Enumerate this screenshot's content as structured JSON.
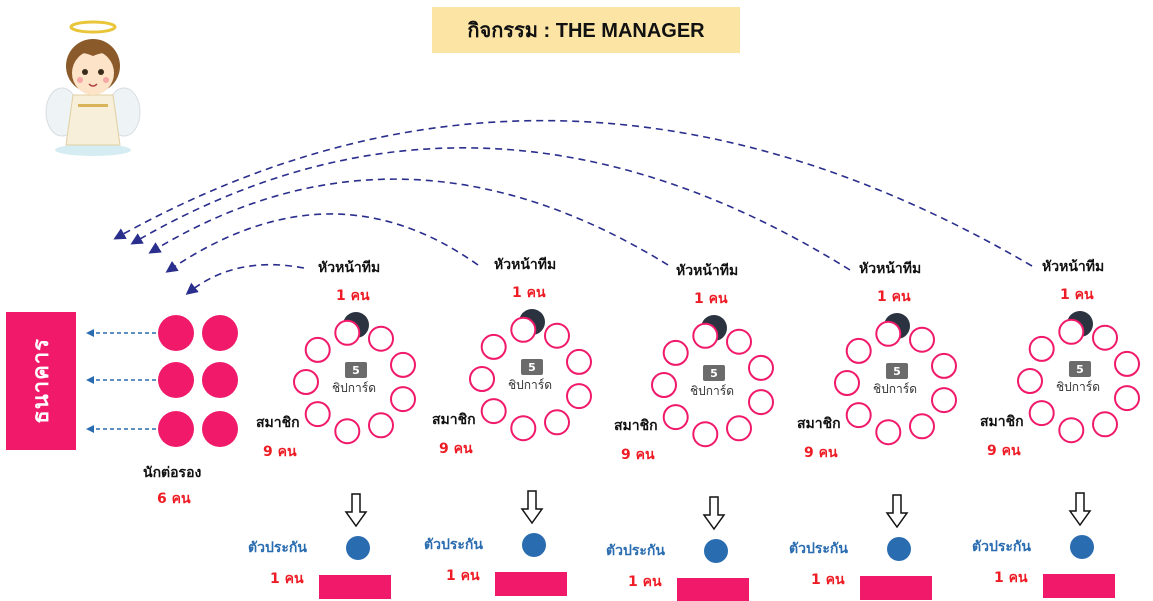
{
  "title": "กิจกรรม : THE MANAGER",
  "bank_label": "ธนาคาร",
  "negotiator": {
    "label": "นักต่อรอง",
    "count": "6 คน"
  },
  "teams": [
    {
      "head_label": "หัวหน้าทีม",
      "head_count": "1 คน",
      "chip_value": "5",
      "chip_label": "ชิปการ์ด",
      "member_label": "สมาชิก",
      "member_count": "9 คน",
      "guarantor_label": "ตัวประกัน",
      "guarantor_count": "1 คน"
    },
    {
      "head_label": "หัวหน้าทีม",
      "head_count": "1 คน",
      "chip_value": "5",
      "chip_label": "ชิปการ์ด",
      "member_label": "สมาชิก",
      "member_count": "9 คน",
      "guarantor_label": "ตัวประกัน",
      "guarantor_count": "1 คน"
    },
    {
      "head_label": "หัวหน้าทีม",
      "head_count": "1 คน",
      "chip_value": "5",
      "chip_label": "ชิปการ์ด",
      "member_label": "สมาชิก",
      "member_count": "9 คน",
      "guarantor_label": "ตัวประกัน",
      "guarantor_count": "1 คน"
    },
    {
      "head_label": "หัวหน้าทีม",
      "head_count": "1 คน",
      "chip_value": "5",
      "chip_label": "ชิปการ์ด",
      "member_label": "สมาชิก",
      "member_count": "9 คน",
      "guarantor_label": "ตัวประกัน",
      "guarantor_count": "1 คน"
    },
    {
      "head_label": "หัวหน้าทีม",
      "head_count": "1 คน",
      "chip_value": "5",
      "chip_label": "ชิปการ์ด",
      "member_label": "สมาชิก",
      "member_count": "9 คน",
      "guarantor_label": "ตัวประกัน",
      "guarantor_count": "1 คน"
    }
  ],
  "colors": {
    "bank": "#f0196a",
    "member_ring": "#f0196a",
    "negotiator": "#f0196a",
    "leader": "#2b3341",
    "guarantor": "#2a6cb0",
    "arrow_dashed": "#2a2e8c",
    "count_text": "#ee1c25",
    "title_bg": "#fbe4a4"
  },
  "icons": [
    "angel-icon",
    "down-arrow-icon"
  ]
}
